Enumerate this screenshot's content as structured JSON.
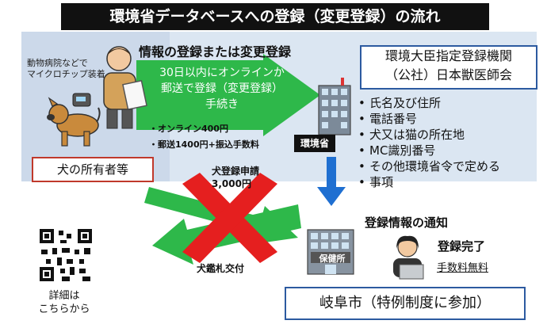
{
  "title": "環境省データベースへの登録（変更登録）の流れ",
  "owner": {
    "caption_line1": "動物病院などで",
    "caption_line2": "マイクロチップ装着",
    "label": "犬の所有者等"
  },
  "registration": {
    "heading": "情報の登録または変更登録",
    "arrow_line1": "30日以内にオンラインか",
    "arrow_line2": "郵送で登録（変更登録）",
    "arrow_line3": "手続き",
    "fee_online": "・オンライン400円",
    "fee_post": "・郵送1400円+振込手数料"
  },
  "agency": {
    "line1": "環境大臣指定登録機関",
    "line2": "（公社）日本獣医師会",
    "building_label": "環境省"
  },
  "registered_items": [
    "氏名及び住所",
    "電話番号",
    "犬又は猫の所在地",
    "MC識別番号",
    "その他環境省令で定める",
    "事項"
  ],
  "old_flow": {
    "application_line1": "犬登録申請",
    "application_line2": "3,000円",
    "tag_label": "犬鑑札交付"
  },
  "health_center": {
    "building_label": "保健所",
    "notice_title": "登録情報の通知",
    "complete_title": "登録完了",
    "fee_free": "手数料無料"
  },
  "city": {
    "label": "岐阜市（特例制度に参加）"
  },
  "qr": {
    "caption_line1": "詳細は",
    "caption_line2": "こちらから"
  },
  "colors": {
    "green_arrow": "#2eb84a",
    "red_cross": "#e51f1f",
    "blue_arrow": "#1f6fd1",
    "panel_blue": "#dbe6f2"
  }
}
